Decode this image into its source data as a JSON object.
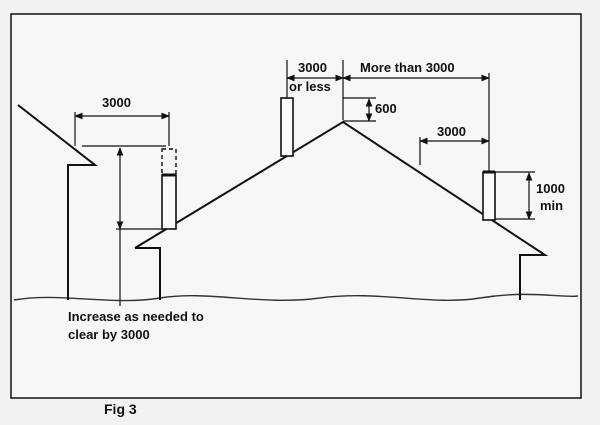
{
  "dimensions": {
    "left_gap": "3000",
    "or_less_value": "3000",
    "or_less_text": "or less",
    "more_than": "More than 3000",
    "ridge_height": "600",
    "right_gap": "3000",
    "min_value": "1000",
    "min_text": "min"
  },
  "notes": {
    "increase_line1": "Increase as needed to",
    "increase_line2": "clear by 3000"
  },
  "caption": "Fig 3"
}
